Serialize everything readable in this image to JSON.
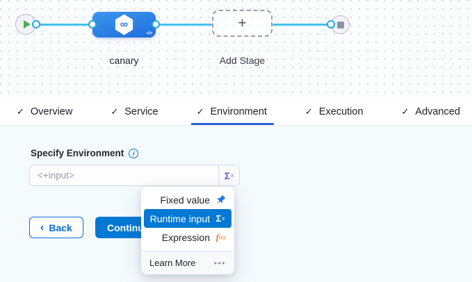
{
  "icons": {
    "check": "✓",
    "plus": "+",
    "infinity": "∞",
    "code": "</>",
    "info": "i",
    "sigma": "Σ",
    "sigma_sup": "x",
    "fx_f": "f",
    "fx_sub": "(x)",
    "back_chevron": "‹",
    "more_dots": "•••"
  },
  "canvas": {
    "stage_label": "canary",
    "add_stage_label": "Add Stage"
  },
  "tabs": {
    "items": [
      {
        "label": "Overview",
        "active": false
      },
      {
        "label": "Service",
        "active": false
      },
      {
        "label": "Environment",
        "active": true
      },
      {
        "label": "Execution",
        "active": false
      },
      {
        "label": "Advanced",
        "active": false
      }
    ]
  },
  "form": {
    "label": "Specify Environment",
    "input_value": "",
    "input_placeholder": "<+input>"
  },
  "buttons": {
    "back": "Back",
    "continue": "Continue"
  },
  "dropdown": {
    "items": [
      {
        "label": "Fixed value",
        "icon": "pin-icon",
        "selected": false
      },
      {
        "label": "Runtime input",
        "icon": "sigma-icon",
        "selected": true
      },
      {
        "label": "Expression",
        "icon": "fx-icon",
        "selected": false
      }
    ],
    "footer": {
      "learn_more": "Learn More",
      "more": "•••"
    }
  },
  "colors": {
    "accent_blue": "#0278d5",
    "edge_cyan": "#49c1ee",
    "node_blue_top": "#3b96ee",
    "node_blue_bottom": "#1f6edd",
    "tab_underline": "#2362d0",
    "expression_orange": "#ff7d2d",
    "runtime_purple": "#7d4fd0",
    "play_green": "#47b04a",
    "content_bg": "#f5fafd"
  }
}
